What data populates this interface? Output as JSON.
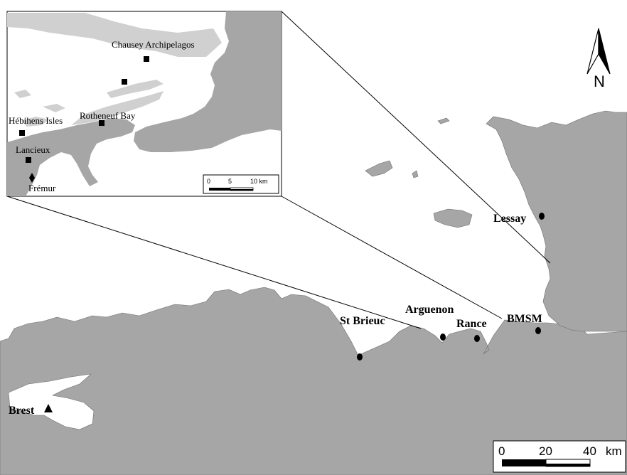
{
  "colors": {
    "land": "#a6a6a6",
    "sea": "#ffffff",
    "ink": "#000000"
  },
  "main_map": {
    "sites": [
      {
        "id": "lessay",
        "label": "Lessay",
        "marker": "circle-marker"
      },
      {
        "id": "bmsm",
        "label": "BMSM",
        "marker": "circle-marker"
      },
      {
        "id": "rance",
        "label": "Rance",
        "marker": "circle-marker"
      },
      {
        "id": "arguenon",
        "label": "Arguenon",
        "marker": "circle-marker"
      },
      {
        "id": "st-brieuc",
        "label": "St Brieuc",
        "marker": "circle-marker"
      },
      {
        "id": "brest",
        "label": "Brest",
        "marker": "triangle-marker"
      }
    ],
    "scale": {
      "ticks": [
        "0",
        "20",
        "40"
      ],
      "unit": "km"
    },
    "north": "N"
  },
  "inset_map": {
    "sites": [
      {
        "id": "chausey",
        "label": "Chausey Archipelagos",
        "marker": "square-marker"
      },
      {
        "id": "unlabeled-site",
        "label": "",
        "marker": "square-marker"
      },
      {
        "id": "rotheneuf",
        "label": "Rotheneuf Bay",
        "marker": "square-marker"
      },
      {
        "id": "hebihens",
        "label": "Hébihens Isles",
        "marker": "square-marker"
      },
      {
        "id": "lancieux",
        "label": "Lancieux",
        "marker": "square-marker"
      },
      {
        "id": "fremur",
        "label": "Frémur",
        "marker": "diamond-marker"
      }
    ],
    "scale": {
      "ticks": [
        "0",
        "5",
        "10 km"
      ]
    }
  }
}
